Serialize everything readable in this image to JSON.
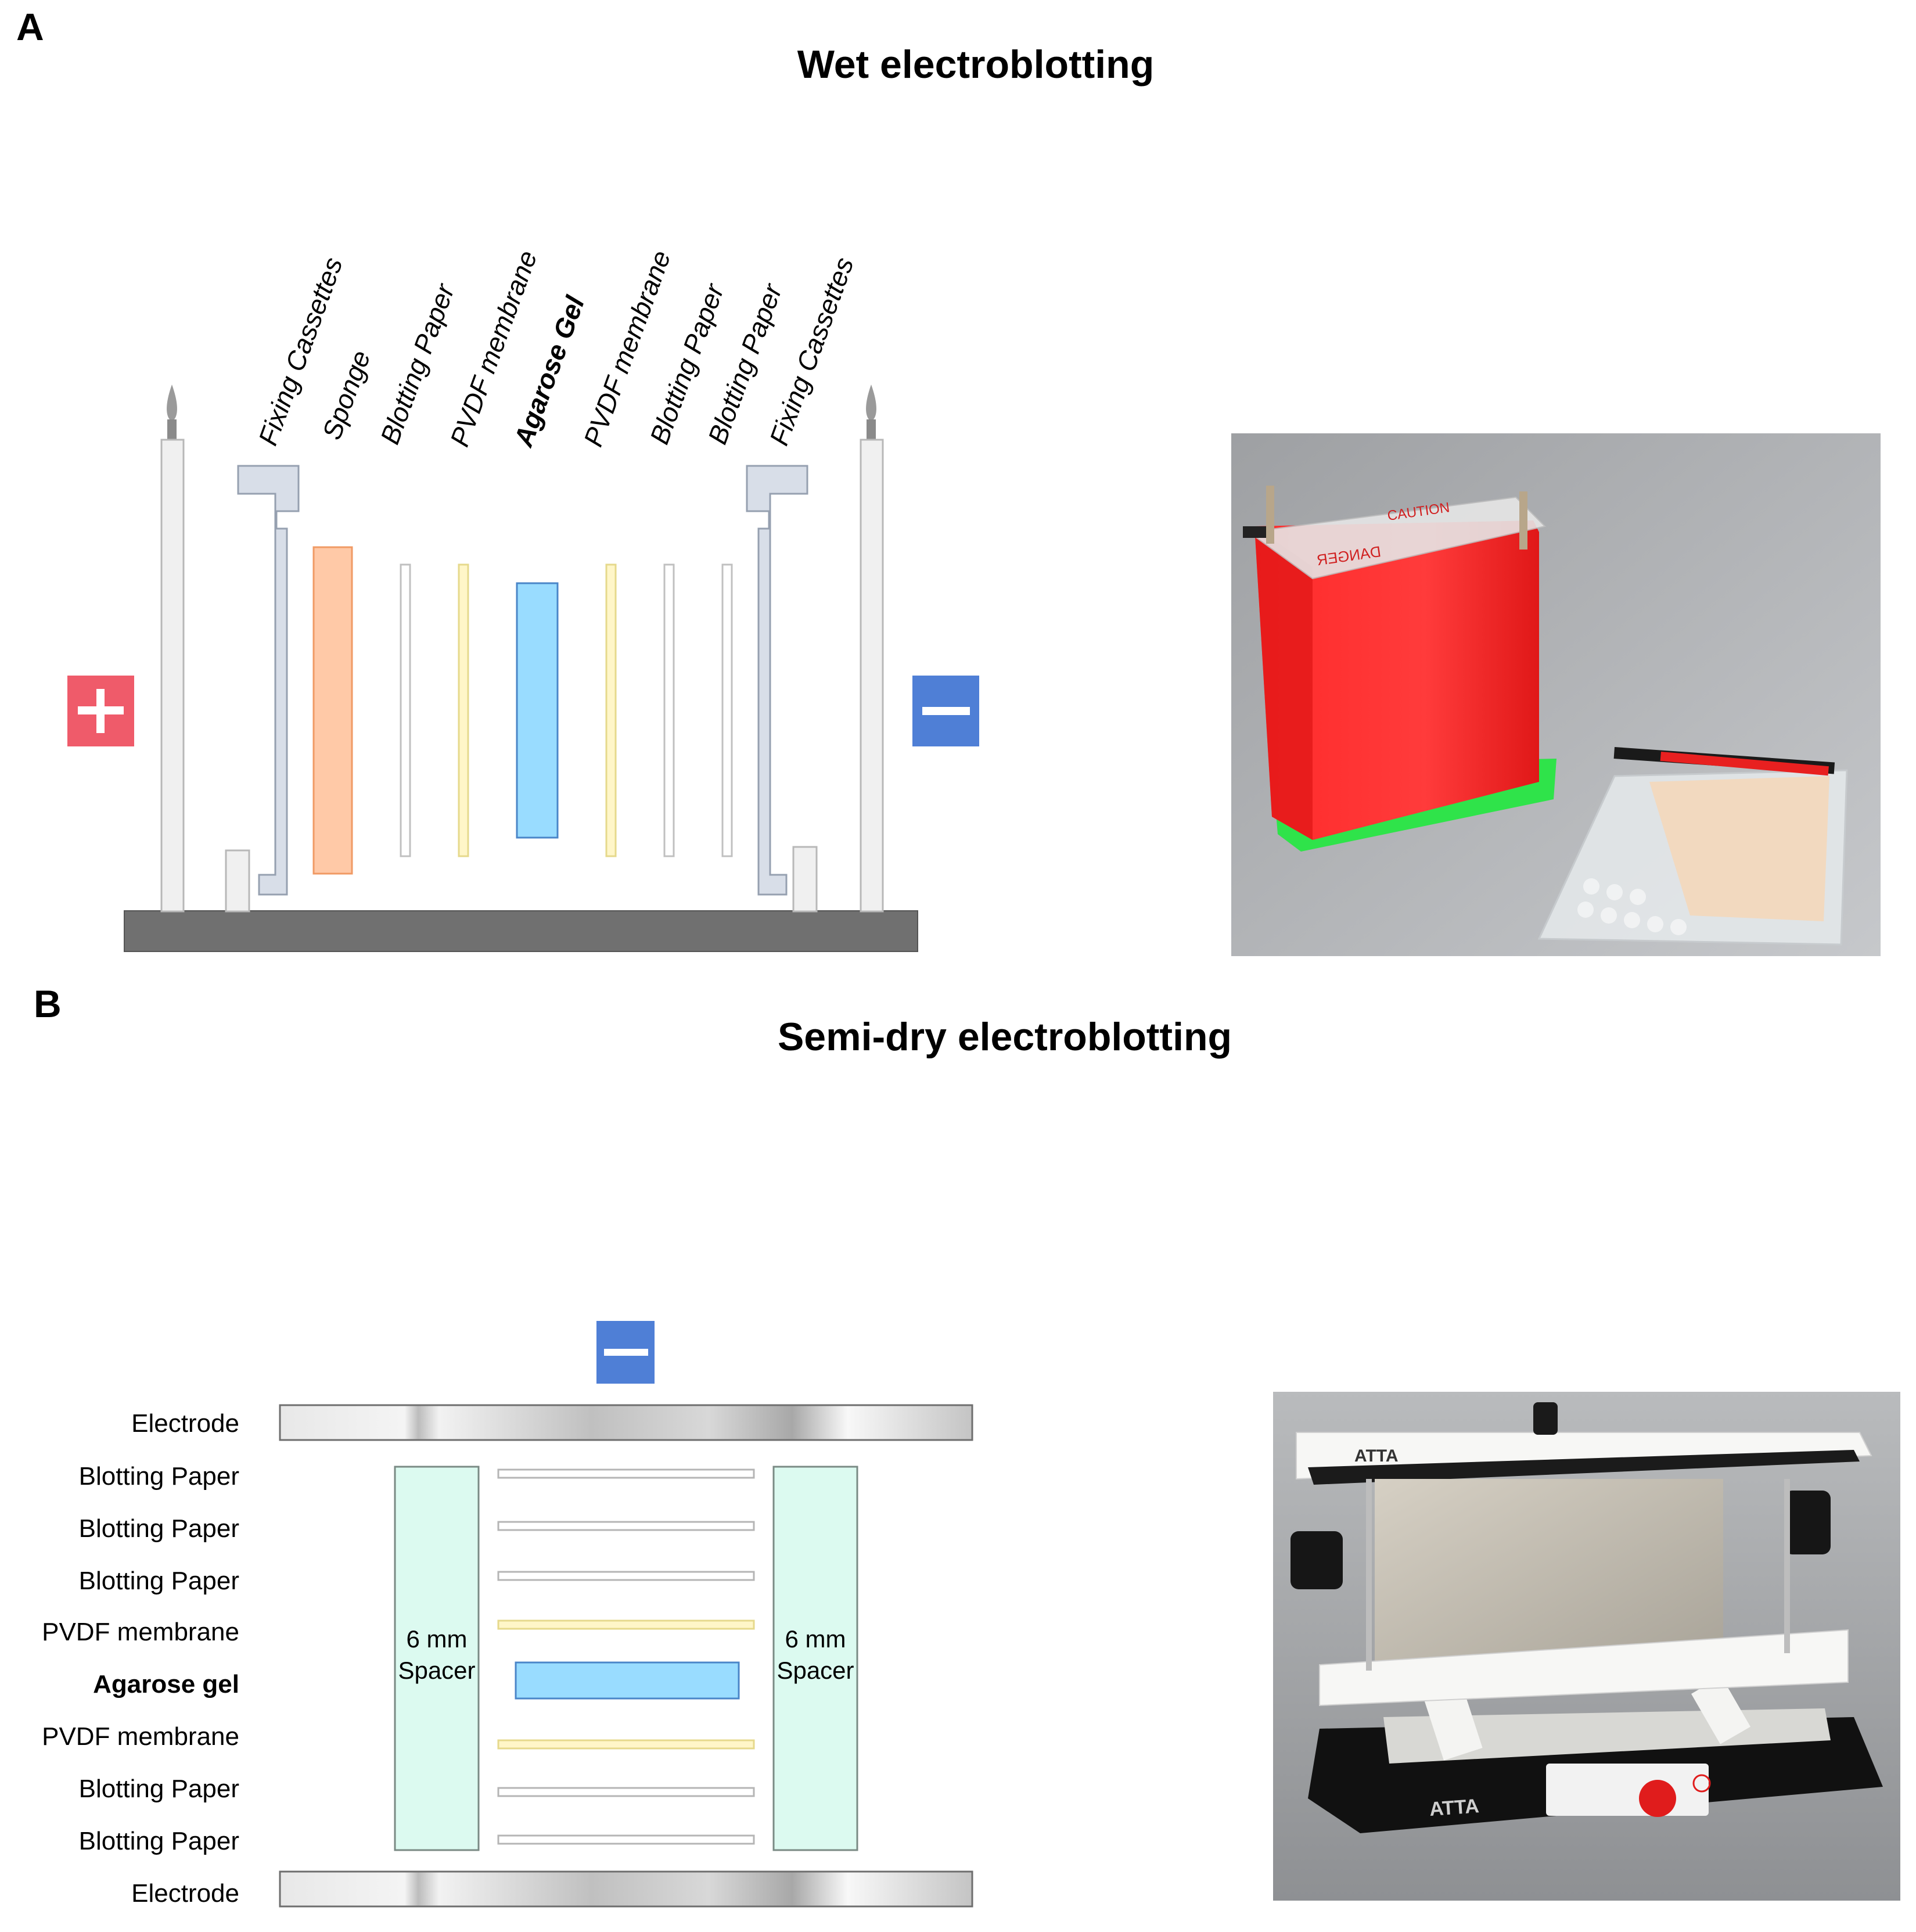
{
  "panel_a": {
    "letter": "A",
    "title": "Wet electroblotting",
    "layer_labels": [
      {
        "text": "Fixing  Cassettes",
        "bold": false
      },
      {
        "text": "Sponge",
        "bold": false
      },
      {
        "text": "Blotting Paper",
        "bold": false
      },
      {
        "text": "PVDF membrane",
        "bold": false
      },
      {
        "text": "Agarose Gel",
        "bold": true
      },
      {
        "text": "PVDF membrane",
        "bold": false
      },
      {
        "text": "Blotting Paper",
        "bold": false
      },
      {
        "text": "Blotting Paper",
        "bold": false
      },
      {
        "text": "Fixing  Cassettes",
        "bold": false
      }
    ],
    "photo": {
      "danger_label": "DANGER",
      "caution_label": "CAUTION"
    }
  },
  "panel_b": {
    "letter": "B",
    "title": "Semi-dry electroblotting",
    "stack_labels": [
      {
        "text": "Electrode",
        "bold": false
      },
      {
        "text": "Blotting Paper",
        "bold": false
      },
      {
        "text": "Blotting Paper",
        "bold": false
      },
      {
        "text": "Blotting Paper",
        "bold": false
      },
      {
        "text": "PVDF membrane",
        "bold": false
      },
      {
        "text": "Agarose gel",
        "bold": true
      },
      {
        "text": "PVDF membrane",
        "bold": false
      },
      {
        "text": "Blotting Paper",
        "bold": false
      },
      {
        "text": "Blotting Paper",
        "bold": false
      },
      {
        "text": "Electrode",
        "bold": false
      }
    ],
    "spacer_left": [
      "6 mm",
      "Spacer"
    ],
    "spacer_right": [
      "6 mm",
      "Spacer"
    ],
    "photo": {
      "brand_label": "ATTA"
    }
  },
  "colors": {
    "positive_electrode": "#ef5b6a",
    "negative_electrode": "#4f7fd6",
    "sponge": "#ffc9a7",
    "pvdf": "#fff6c8",
    "agarose": "#99dcff",
    "spacer": "#dcfaf0",
    "base": "#707070",
    "cassette": "#d8dee8"
  }
}
